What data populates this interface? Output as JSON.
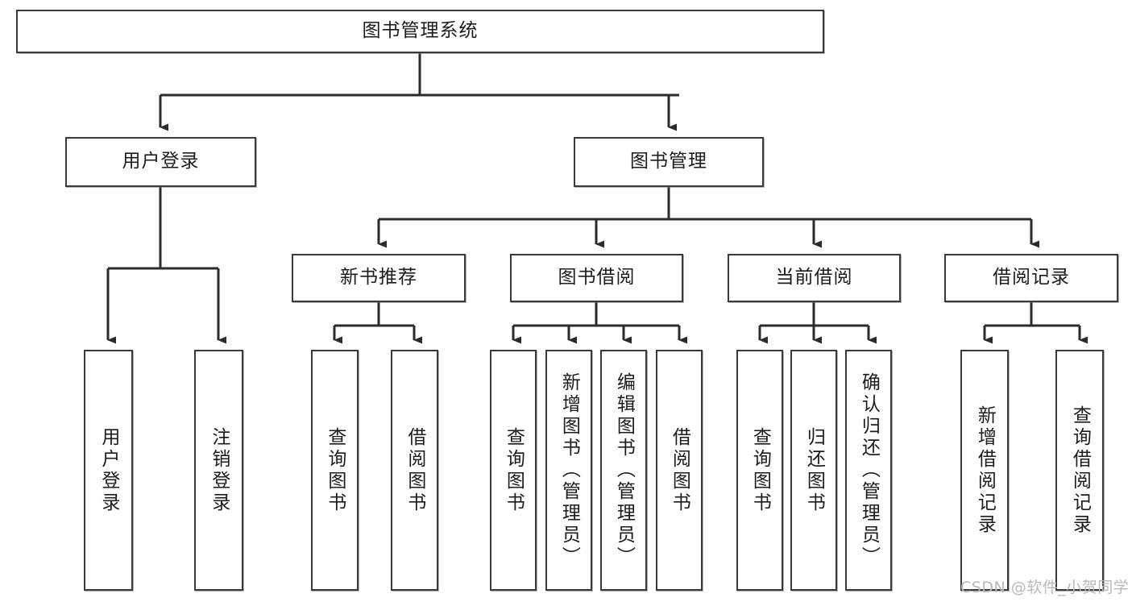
{
  "diagram": {
    "title": "图书管理系统",
    "type": "tree-hierarchy-diagram",
    "colors": {
      "box_border": "#3a3a3a",
      "box_fill": "#ffffff",
      "line": "#2b2b2b",
      "text": "#1c1c1c",
      "watermark": "#b9b9b9"
    },
    "root": {
      "label": "图书管理系统"
    },
    "level2": [
      {
        "label": "用户登录"
      },
      {
        "label": "图书管理"
      }
    ],
    "level3": [
      {
        "label": "新书推荐"
      },
      {
        "label": "图书借阅"
      },
      {
        "label": "当前借阅"
      },
      {
        "label": "借阅记录"
      }
    ],
    "leaves": {
      "user_login": [
        {
          "label": "用户登录"
        },
        {
          "label": "注销登录"
        }
      ],
      "new_book_recommend": [
        {
          "label": "查询图书"
        },
        {
          "label": "借阅图书"
        }
      ],
      "book_borrow": [
        {
          "label": "查询图书"
        },
        {
          "label": "新增图书（管理员）"
        },
        {
          "label": "编辑图书（管理员）"
        },
        {
          "label": "借阅图书"
        }
      ],
      "current_borrow": [
        {
          "label": "查询图书"
        },
        {
          "label": "归还图书"
        },
        {
          "label": "确认归还（管理员）"
        }
      ],
      "borrow_record": [
        {
          "label": "新增借阅记录"
        },
        {
          "label": "查询借阅记录"
        }
      ]
    }
  },
  "watermark": {
    "text": "CSDN @软件_小贺同学"
  }
}
